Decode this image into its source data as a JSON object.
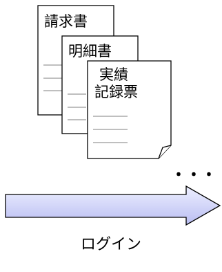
{
  "documents": {
    "doc1": {
      "title": "請求書"
    },
    "doc2": {
      "title": "明細書"
    },
    "doc3": {
      "title_line1": "実績",
      "title_line2": "記録票"
    }
  },
  "ellipsis": "・・・",
  "caption": "ログイン",
  "colors": {
    "arrow_fill_top": "#eef0ff",
    "arrow_fill_bottom": "#b9bdf2",
    "stroke": "#000000"
  }
}
